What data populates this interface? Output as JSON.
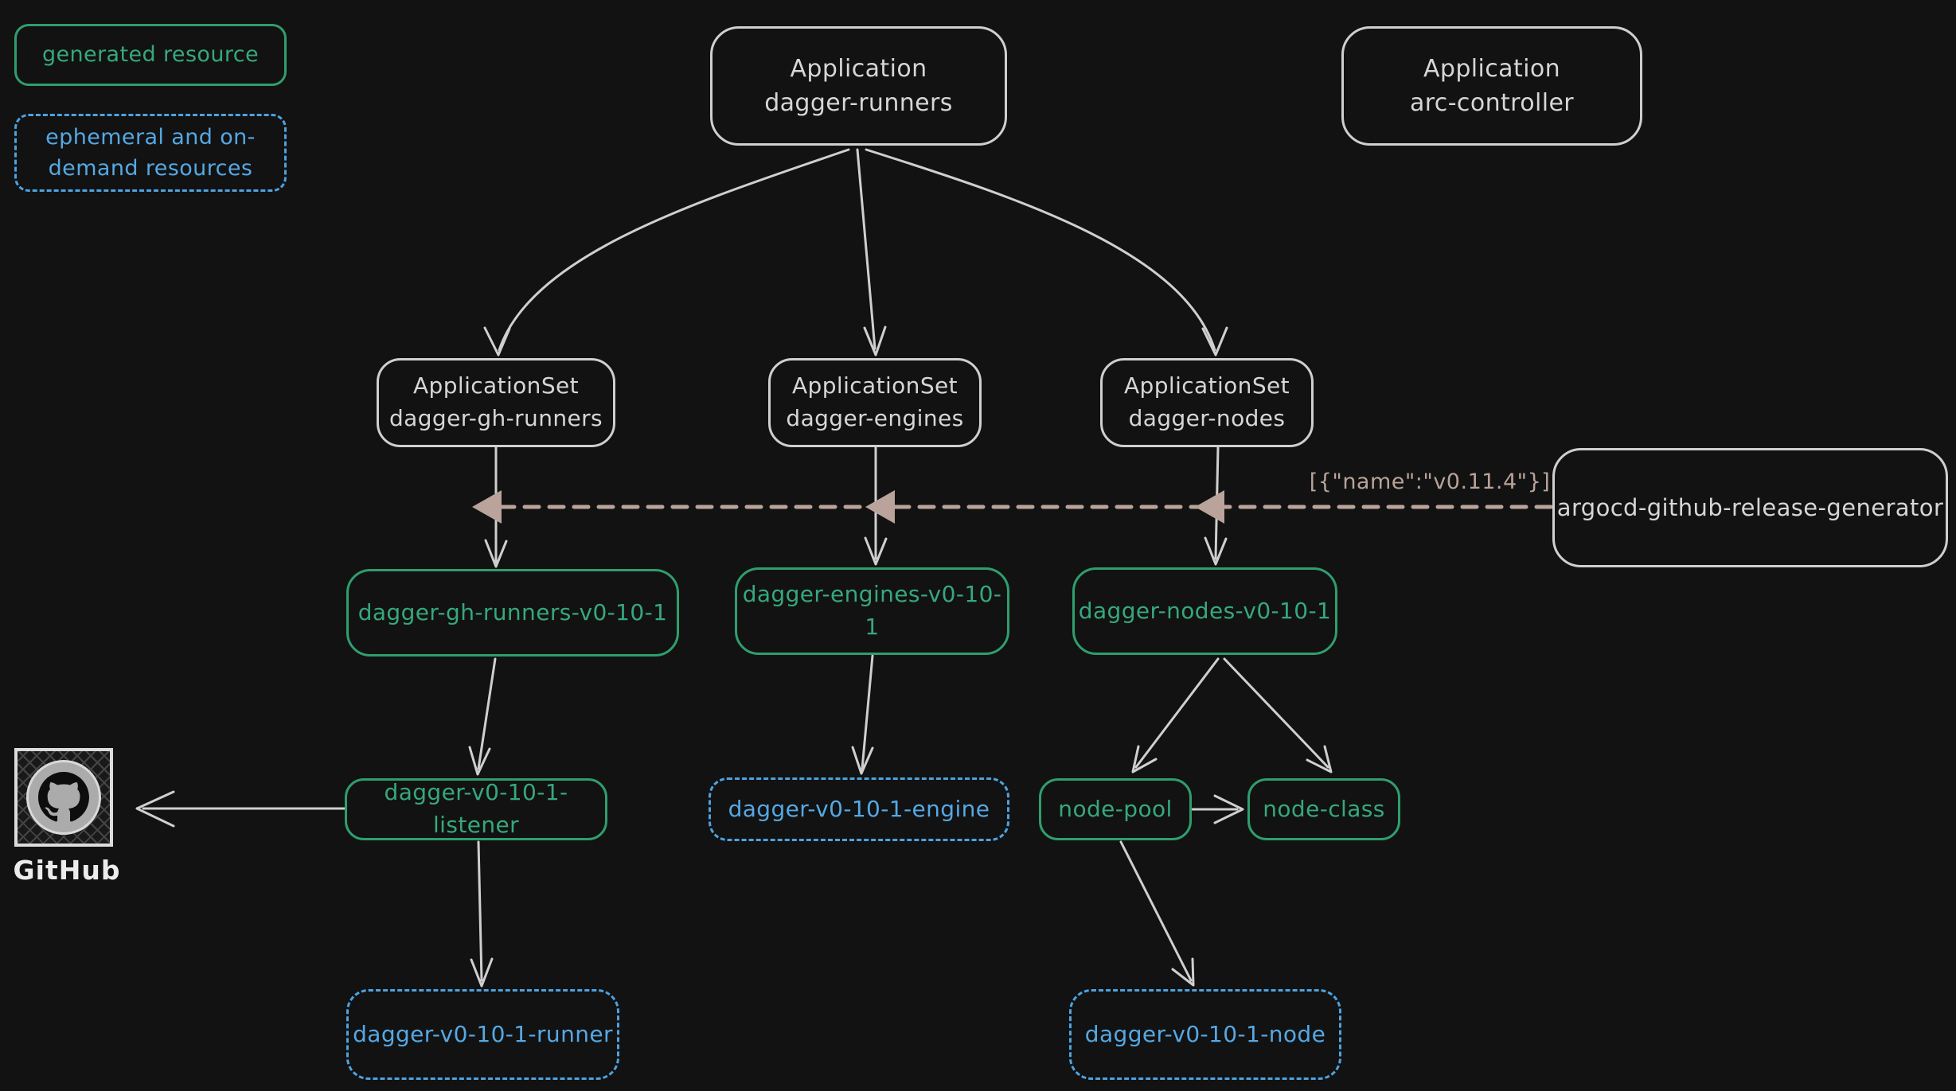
{
  "colors": {
    "background": "#121212",
    "stroke_light": "#d6d6d6",
    "generated_green": "#2f9e6e",
    "ephemeral_blue": "#4da2e0",
    "generator_link_tan": "#b9a39a"
  },
  "legend": {
    "generated": "generated resource",
    "ephemeral": "ephemeral and on-\ndemand resources"
  },
  "nodes": {
    "app_dagger_runners": "Application\ndagger-runners",
    "app_arc_controller": "Application\narc-controller",
    "appset_gh_runners": "ApplicationSet\ndagger-gh-runners",
    "appset_engines": "ApplicationSet\ndagger-engines",
    "appset_nodes": "ApplicationSet\ndagger-nodes",
    "generator": "argocd-github-release-generator",
    "green_gh_runners": "dagger-gh-runners-v0-10-1",
    "green_engines": "dagger-engines-v0-10-1",
    "green_nodes": "dagger-nodes-v0-10-1",
    "listener": "dagger-v0-10-1-listener",
    "engine": "dagger-v0-10-1-engine",
    "node_pool": "node-pool",
    "node_class": "node-class",
    "runner": "dagger-v0-10-1-runner",
    "node": "dagger-v0-10-1-node"
  },
  "labels": {
    "release_param": "[{\"name\":\"v0.11.4\"}]",
    "github": "GitHub"
  }
}
